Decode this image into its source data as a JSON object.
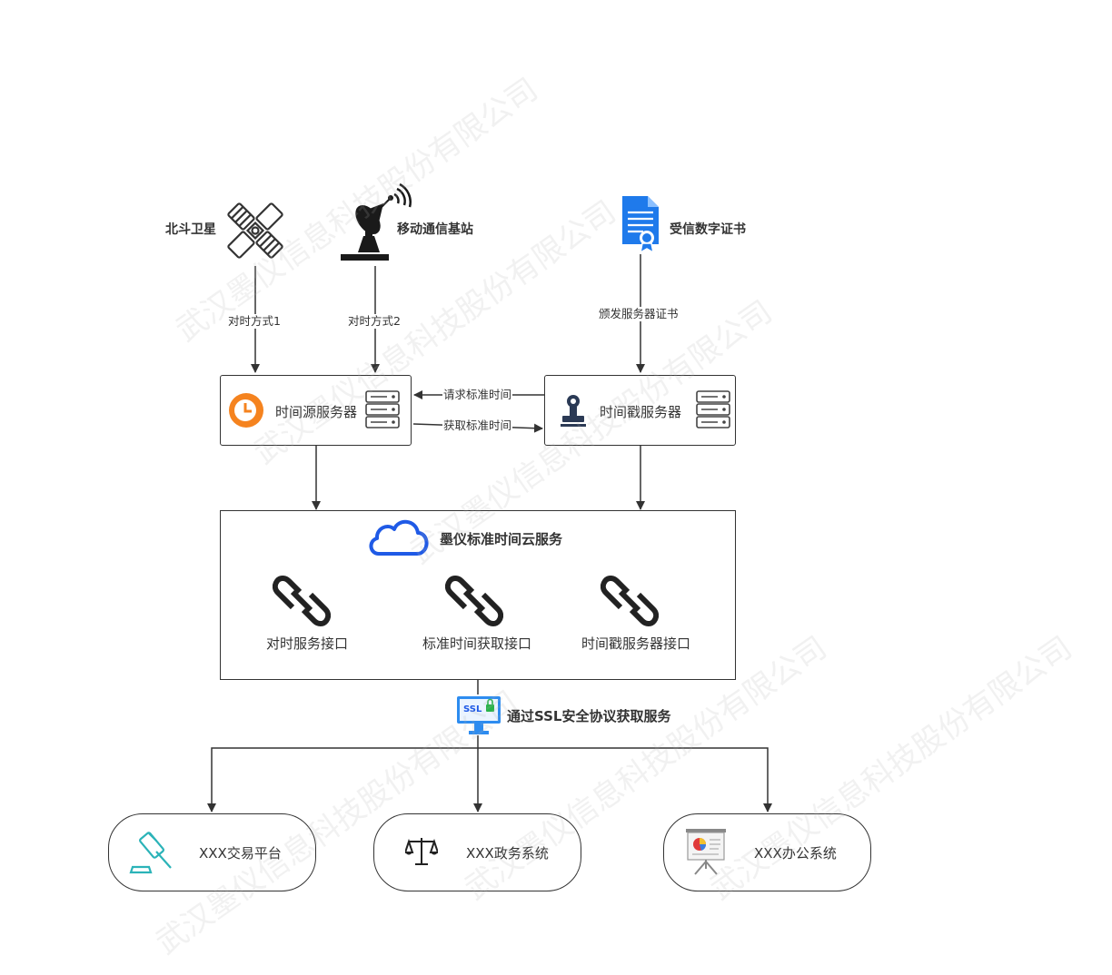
{
  "sources": {
    "beidou": "北斗卫星",
    "mobile": "移动通信基站",
    "cert": "受信数字证书"
  },
  "edges": {
    "sync1": "对时方式1",
    "sync2": "对时方式2",
    "issue_cert": "颁发服务器证书",
    "request_time": "请求标准时间",
    "get_time": "获取标准时间"
  },
  "servers": {
    "time_source": "时间源服务器",
    "timestamp": "时间戳服务器"
  },
  "cloud": {
    "title": "墨仪标准时间云服务",
    "apis": [
      "对时服务接口",
      "标准时间获取接口",
      "时间戳服务器接口"
    ]
  },
  "ssl": {
    "badge": "SSL",
    "label": "通过SSL安全协议获取服务"
  },
  "clients": [
    "XXX交易平台",
    "XXX政务系统",
    "XXX办公系统"
  ],
  "watermark": "武汉墨仪信息科技股份有限公司",
  "colors": {
    "line": "#333333",
    "clock": "#f5831f",
    "cloud": "#1f5ae6",
    "cert": "#1f7aeb",
    "gavel": "#2bb3b8"
  }
}
